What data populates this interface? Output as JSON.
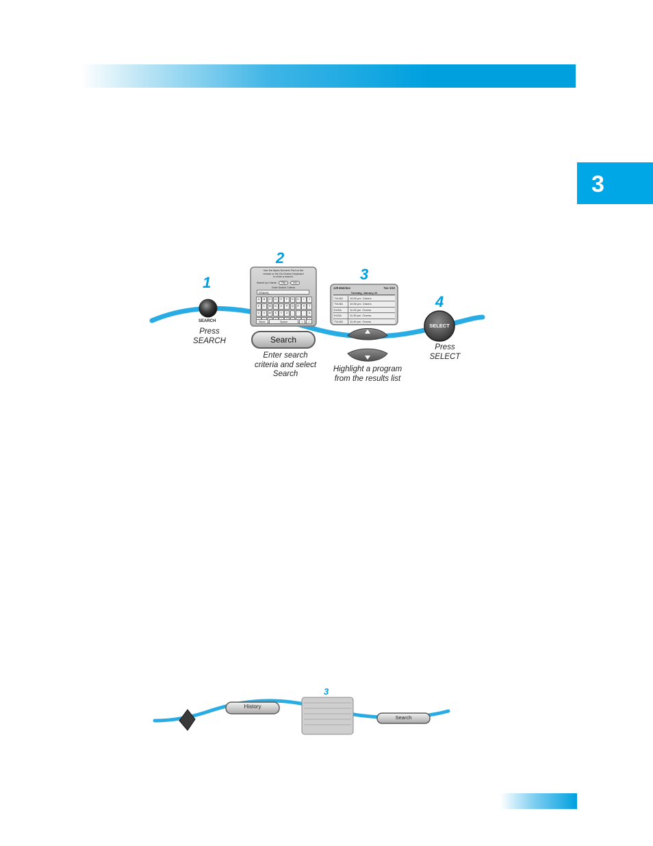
{
  "chapter": {
    "number": "3"
  },
  "diagram": {
    "steps": [
      {
        "number": "1",
        "button": "SEARCH",
        "caption_lines": [
          "Press",
          "SEARCH"
        ]
      },
      {
        "number": "2",
        "button": "Search",
        "caption_lines": [
          "Enter search",
          "criteria and select",
          "Search"
        ]
      },
      {
        "number": "3",
        "caption_lines": [
          "Highlight a program",
          "from the results list"
        ]
      },
      {
        "number": "4",
        "button": "SELECT",
        "caption_lines": [
          "Press",
          "SELECT"
        ]
      }
    ],
    "keyboard_screen": {
      "instructions": [
        "Use the Alpha-Numeric Pad on the",
        "remote or the On-Screen Keyboard",
        "to enter a search."
      ],
      "search_by": "Search by Criteria",
      "option_a": "Title",
      "option_b": "Info",
      "criteria_label": "Enter Search Criteria",
      "input_value": "Cheers_",
      "rows": [
        [
          "A",
          "B",
          "C",
          "D",
          "E",
          "F",
          "G",
          "H",
          "I",
          "J"
        ],
        [
          "K",
          "L",
          "M",
          "N",
          "O",
          "P",
          "Q",
          "R",
          "S",
          "T"
        ],
        [
          "U",
          "V",
          "W",
          "X",
          "Y",
          "Z",
          "-",
          "'",
          ".",
          "&"
        ],
        [
          "0",
          "1",
          "2",
          "3",
          "4",
          "5",
          "6",
          "7",
          "8",
          "9"
        ]
      ],
      "back": "Back",
      "space": "Space",
      "prev": "‹",
      "next": "›"
    },
    "results_screen": {
      "matches": "129 Matches",
      "date_short": "Tue 1/22",
      "date_long": "Tuesday, January 22",
      "rows": [
        {
          "channel": "TVLND",
          "time": "10:00 pm",
          "title": "Cheers"
        },
        {
          "channel": "TVLND",
          "time": "10:30 pm",
          "title": "Cheers"
        },
        {
          "channel": "KUSA",
          "time": "11:05 pm",
          "title": "Cheers"
        },
        {
          "channel": "KUSA",
          "time": "11:35 pm",
          "title": "Cheers"
        },
        {
          "channel": "TVLND",
          "time": "11:30 pm",
          "title": "Cheers"
        }
      ]
    }
  },
  "diagram2": {
    "step_number": "3",
    "history_button": "History",
    "search_button": "Search"
  }
}
